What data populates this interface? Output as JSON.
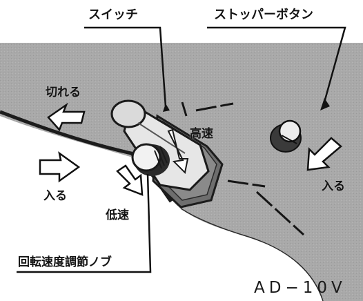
{
  "labels": {
    "switch": "スイッチ",
    "stopper_button": "ストッパーボタン",
    "off": "切れる",
    "on_left": "入る",
    "on_right": "入る",
    "high_speed": "高速",
    "low_speed": "低速",
    "speed_knob": "回転速度調節ノブ",
    "model": "AD−10V"
  },
  "colors": {
    "panel": "#a9a9a9",
    "ink": "#141414",
    "background": "#ffffff"
  }
}
